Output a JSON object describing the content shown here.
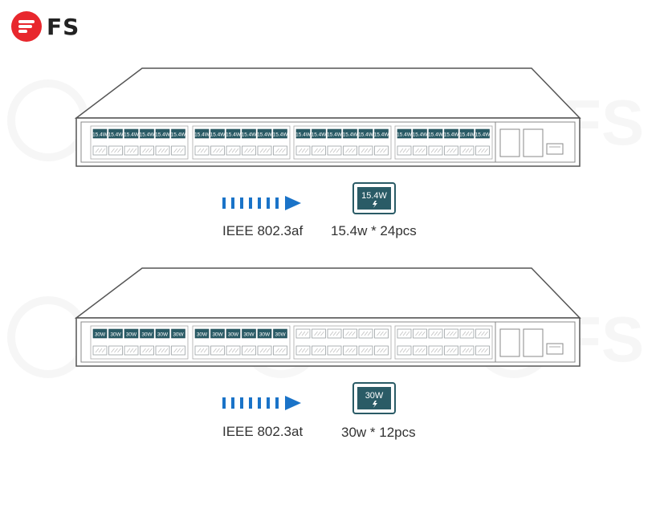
{
  "brand": {
    "logo_text": "FS",
    "watermark_text": "FS"
  },
  "colors": {
    "brand_red": "#e8272d",
    "poe_port": "#2a5b66",
    "poe_port_dark": "#1f4a54",
    "port_outline": "#9aa0a3",
    "arrow": "#1a73c8",
    "outline": "#666666"
  },
  "switches": [
    {
      "id": "af",
      "port_label": "15.4W",
      "poe_groups": [
        true,
        true,
        true,
        true
      ],
      "standard": "IEEE 802.3af",
      "icon_label": "15.4W",
      "result": "15.4w * 24pcs"
    },
    {
      "id": "at",
      "port_label": "30W",
      "poe_groups": [
        true,
        true,
        false,
        false
      ],
      "standard": "IEEE 802.3at",
      "icon_label": "30W",
      "result": "30w * 12pcs"
    }
  ],
  "icons": {
    "arrow": "arrow-right-icon",
    "bolt": "lightning-bolt-icon"
  }
}
